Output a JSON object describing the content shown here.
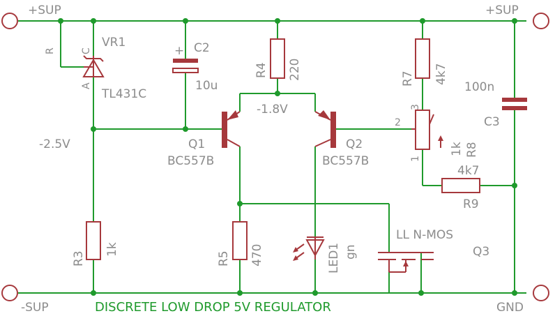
{
  "nets": {
    "sup_pos_left": "+SUP",
    "sup_pos_right": "+SUP",
    "sup_neg": "-SUP",
    "gnd": "GND",
    "node_ref": "-2.5V",
    "node_mid": "-1.8V"
  },
  "components": {
    "vr1": {
      "name": "VR1",
      "value": "TL431C",
      "pin_r": "R",
      "pin_c": "C",
      "pin_a": "A"
    },
    "c2": {
      "name": "C2",
      "value": "10u",
      "polarity": "+"
    },
    "r4": {
      "name": "R4",
      "value": "220"
    },
    "r7": {
      "name": "R7",
      "value": "4k7"
    },
    "c3": {
      "name": "C3",
      "value": "100n"
    },
    "q1": {
      "name": "Q1",
      "value": "BC557B"
    },
    "q2": {
      "name": "Q2",
      "value": "BC557B"
    },
    "r8": {
      "name": "R8",
      "value": "1k",
      "pin1": "1",
      "pin2": "2",
      "pin3": "3"
    },
    "r9": {
      "name": "R9",
      "value": "4k7"
    },
    "r3": {
      "name": "R3",
      "value": "1k"
    },
    "r5": {
      "name": "R5",
      "value": "470"
    },
    "led1": {
      "name": "LED1",
      "value": "gn"
    },
    "q3": {
      "name": "Q3",
      "value": "LL N-MOS"
    }
  },
  "title": "DISCRETE LOW DROP 5V REGULATOR",
  "colors": {
    "wire": "#1f9a2c",
    "component": "#a6383c",
    "label": "#8c8c8c",
    "background": "#ffffff"
  }
}
